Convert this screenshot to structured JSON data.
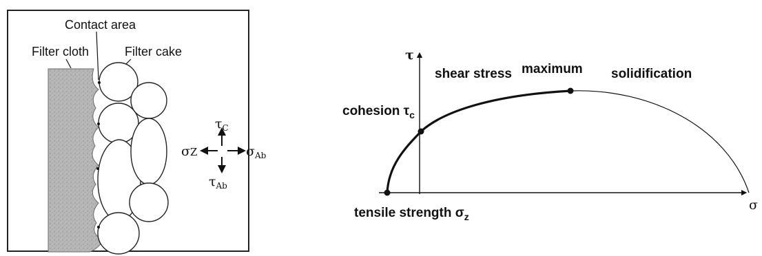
{
  "left_panel": {
    "labels": {
      "contact_area": "Contact area",
      "filter_cloth": "Filter cloth",
      "filter_cake": "Filter cake"
    },
    "stress_symbols": {
      "tau_c": "τ",
      "tau_c_sub": "C",
      "sigma_z": "σ",
      "sigma_z_sub": "Z",
      "sigma_ab": "σ",
      "sigma_ab_sub": "Ab",
      "tau_ab": "τ",
      "tau_ab_sub": "Ab"
    }
  },
  "right_panel": {
    "axis": {
      "y_symbol": "τ",
      "x_symbol": "σ"
    },
    "annotations": {
      "shear_stress": "shear stress",
      "maximum": "maximum",
      "solidification": "solidification",
      "cohesion": "cohesion τ",
      "cohesion_sub": "c",
      "tensile_strength": "tensile strength σ",
      "tensile_sub": "z"
    }
  },
  "colors": {
    "line": "#111111",
    "cloth_fill": "#b3b3b3"
  }
}
